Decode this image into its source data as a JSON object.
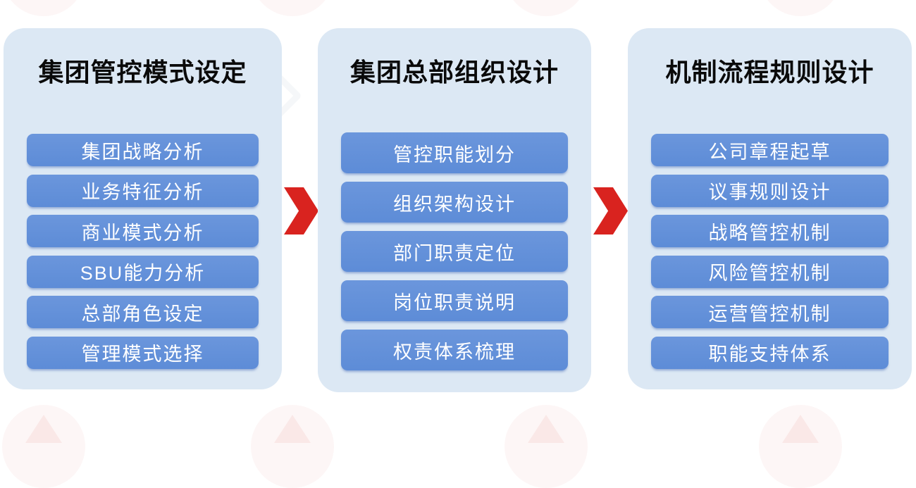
{
  "diagram": {
    "type": "process-flow",
    "columns": [
      {
        "title": "集团管控模式设定",
        "items": [
          "集团战略分析",
          "业务特征分析",
          "商业模式分析",
          "SBU能力分析",
          "总部角色设定",
          "管理模式选择"
        ]
      },
      {
        "title": "集团总部组织设计",
        "items": [
          "管控职能划分",
          "组织架构设计",
          "部门职责定位",
          "岗位职责说明",
          "权责体系梳理"
        ]
      },
      {
        "title": "机制流程规则设计",
        "items": [
          "公司章程起草",
          "议事规则设计",
          "战略管控机制",
          "风险管控机制",
          "运营管控机制",
          "职能支持体系"
        ]
      }
    ],
    "icons": {
      "flow_arrow": "chevron-right"
    },
    "colors": {
      "page_background": "#ffffff",
      "panel_background": "#dce8f4",
      "pill_background": "#6190d9",
      "pill_text": "#ffffff",
      "title_text": "#0a0a0a",
      "arrow_red": "#d9231f"
    }
  }
}
